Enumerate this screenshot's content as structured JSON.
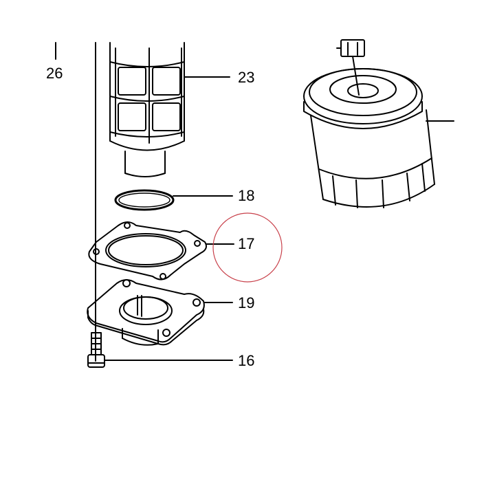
{
  "diagram": {
    "parts": [
      {
        "id": "26",
        "label": "26"
      },
      {
        "id": "23",
        "label": "23"
      },
      {
        "id": "18",
        "label": "18"
      },
      {
        "id": "17",
        "label": "17"
      },
      {
        "id": "19",
        "label": "19"
      },
      {
        "id": "16",
        "label": "16"
      }
    ],
    "line_color": "#000000",
    "highlight_color": "#c8404a"
  }
}
